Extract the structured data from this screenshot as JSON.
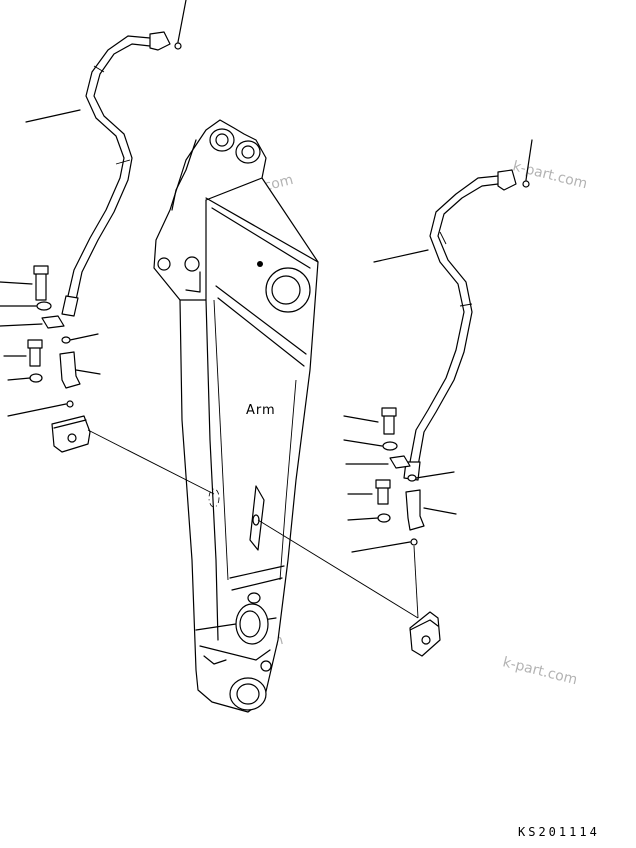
{
  "diagram": {
    "arm_label": "Arm",
    "drawing_code": "KS201114",
    "watermark": "k-part.com"
  }
}
